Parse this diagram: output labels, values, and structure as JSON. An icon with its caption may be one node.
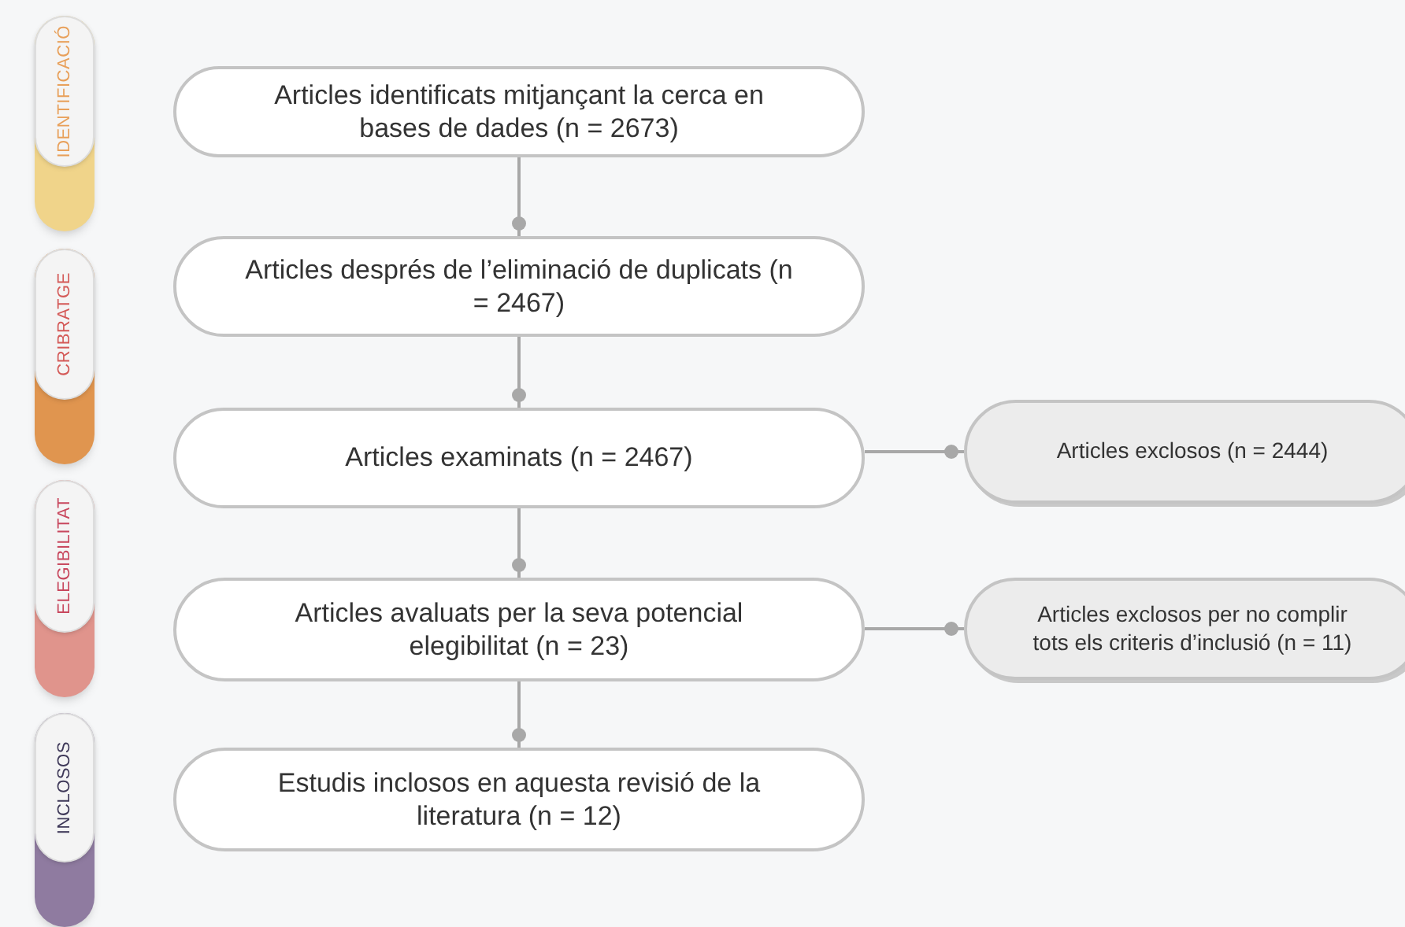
{
  "diagram": {
    "nodes": [
      {
        "text": [
          "IDENTIFICACIÓ"
        ]
      },
      {
        "text": [
          "CRIBRATGE"
        ]
      },
      {
        "text": [
          "ELEGIBILITAT"
        ]
      },
      {
        "text": [
          "INCLOSOS"
        ]
      },
      {
        "text": [
          "Articles identificats mitjançant la cerca en bases de dades (n = 2673)"
        ]
      },
      {
        "text": [
          "Articles després de l’eliminació de duplicats (n = 2467)"
        ]
      },
      {
        "text": [
          "Articles examinats (n = 2467)"
        ]
      },
      {
        "text": [
          "Articles exclosos (n = 2444)"
        ]
      },
      {
        "text": [
          "Articles avaluats per la seva potencial elegibilitat (n = 23)"
        ]
      },
      {
        "text": [
          "Articles exclosos per no complir tots els criteris d’inclusió (n = 11)"
        ]
      },
      {
        "text": [
          "Estudis inclosos en aquesta revisió de la literatura (n = 12)"
        ]
      }
    ],
    "edges": [
      {
        "from": 4,
        "to": 5,
        "arrow": "other"
      },
      {
        "from": 5,
        "to": 6,
        "arrow": "other"
      },
      {
        "from": 6,
        "to": 7,
        "arrow": "other"
      },
      {
        "from": 6,
        "to": 8,
        "arrow": "other"
      },
      {
        "from": 8,
        "to": 9,
        "arrow": "other"
      },
      {
        "from": 8,
        "to": 10,
        "arrow": "other"
      }
    ]
  }
}
